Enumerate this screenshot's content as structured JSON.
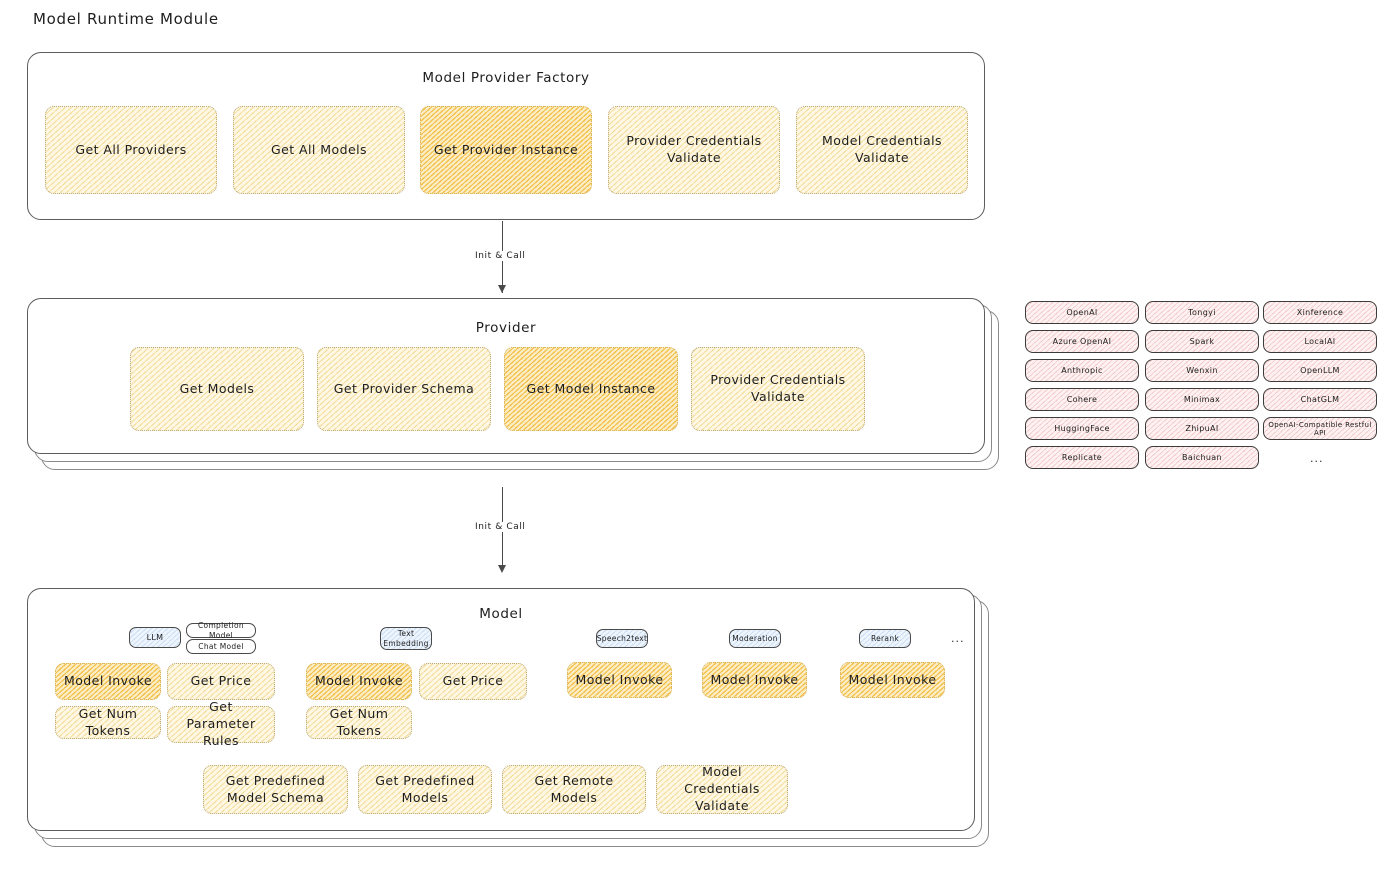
{
  "page": {
    "title": "Model Runtime Module"
  },
  "factory": {
    "title": "Model Provider Factory",
    "methods": [
      {
        "label": "Get All Providers",
        "highlighted": false
      },
      {
        "label": "Get All Models",
        "highlighted": false
      },
      {
        "label": "Get Provider Instance",
        "highlighted": true
      },
      {
        "label": "Provider Credentials Validate",
        "highlighted": false
      },
      {
        "label": "Model Credentials Validate",
        "highlighted": false
      }
    ]
  },
  "arrow1": {
    "label": "Init & Call"
  },
  "provider": {
    "title": "Provider",
    "methods": [
      {
        "label": "Get Models",
        "highlighted": false
      },
      {
        "label": "Get Provider Schema",
        "highlighted": false
      },
      {
        "label": "Get Model Instance",
        "highlighted": true
      },
      {
        "label": "Provider Credentials Validate",
        "highlighted": false
      }
    ]
  },
  "arrow2": {
    "label": "Init & Call"
  },
  "provider_list": {
    "column1": [
      "OpenAI",
      "Azure OpenAI",
      "Anthropic",
      "Cohere",
      "HuggingFace",
      "Replicate"
    ],
    "column2": [
      "Tongyi",
      "Spark",
      "Wenxin",
      "Minimax",
      "ZhipuAI",
      "Baichuan"
    ],
    "column3": [
      "Xinference",
      "LocalAI",
      "OpenLLM",
      "ChatGLM",
      "OpenAI-Compatible Restful API"
    ],
    "more": "..."
  },
  "model": {
    "title": "Model",
    "more": "...",
    "types": [
      {
        "name": "LLM",
        "sub_badges": [
          "Completion Model",
          "Chat Model"
        ],
        "methods": [
          {
            "label": "Model Invoke",
            "highlighted": true
          },
          {
            "label": "Get Price",
            "highlighted": false
          },
          {
            "label": "Get Num Tokens",
            "highlighted": false
          },
          {
            "label": "Get Parameter Rules",
            "highlighted": false
          }
        ]
      },
      {
        "name": "Text Embedding",
        "sub_badges": [],
        "methods": [
          {
            "label": "Model Invoke",
            "highlighted": true
          },
          {
            "label": "Get Price",
            "highlighted": false
          },
          {
            "label": "Get Num Tokens",
            "highlighted": false
          }
        ]
      },
      {
        "name": "Speech2text",
        "sub_badges": [],
        "methods": [
          {
            "label": "Model Invoke",
            "highlighted": true
          }
        ]
      },
      {
        "name": "Moderation",
        "sub_badges": [],
        "methods": [
          {
            "label": "Model Invoke",
            "highlighted": true
          }
        ]
      },
      {
        "name": "Rerank",
        "sub_badges": [],
        "methods": [
          {
            "label": "Model Invoke",
            "highlighted": true
          }
        ]
      }
    ],
    "shared_methods": [
      "Get Predefined Model Schema",
      "Get Predefined Models",
      "Get Remote Models",
      "Model Credentials Validate"
    ]
  },
  "colors": {
    "box_fill_light": "#fdf7e3",
    "box_fill_highlight": "#fbeec6",
    "provider_pill_fill": "#fdf1f1",
    "badge_fill": "#eef4fc",
    "stroke": "#1e1e1e"
  }
}
